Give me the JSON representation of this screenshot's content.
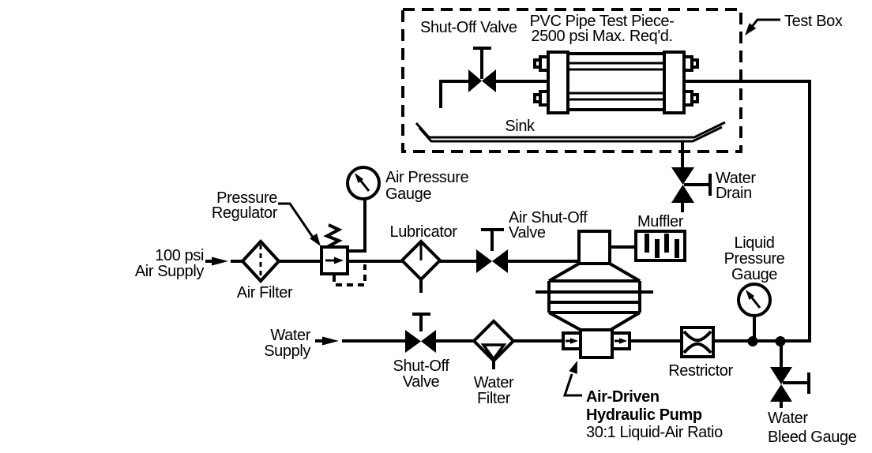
{
  "colors": {
    "ink": "#000000",
    "paper": "#ffffff"
  },
  "labels": {
    "test_box": {
      "text": "Test Box"
    },
    "box_shutoff_valve": {
      "text": "Shut-Off Valve"
    },
    "pvc_pipe": {
      "lines": [
        "PVC Pipe Test Piece-",
        "2500 psi Max. Req'd."
      ]
    },
    "sink": {
      "text": "Sink"
    },
    "water_drain": {
      "lines": [
        "Water",
        "Drain"
      ]
    },
    "air_supply": {
      "lines": [
        "100 psi",
        "Air Supply"
      ]
    },
    "air_filter": {
      "text": "Air Filter"
    },
    "pressure_regulator": {
      "lines": [
        "Pressure",
        "Regulator"
      ]
    },
    "air_pressure_gauge": {
      "lines": [
        "Air Pressure",
        "Gauge"
      ]
    },
    "lubricator": {
      "text": "Lubricator"
    },
    "air_shutoff_valve": {
      "lines": [
        "Air Shut-Off",
        "Valve"
      ]
    },
    "muffler": {
      "text": "Muffler"
    },
    "liquid_pressure_gauge": {
      "lines": [
        "Liquid",
        "Pressure",
        "Gauge"
      ]
    },
    "water_supply": {
      "lines": [
        "Water",
        "Supply"
      ]
    },
    "water_shutoff_valve": {
      "lines": [
        "Shut-Off",
        "Valve"
      ]
    },
    "water_filter": {
      "lines": [
        "Water",
        "Filter"
      ]
    },
    "pump": {
      "lines": [
        "Air-Driven",
        "Hydraulic Pump",
        "30:1 Liquid-Air Ratio"
      ]
    },
    "restrictor": {
      "text": "Restrictor"
    },
    "water_bleed_gauge": {
      "lines": [
        "Water",
        "Bleed Gauge"
      ]
    }
  }
}
